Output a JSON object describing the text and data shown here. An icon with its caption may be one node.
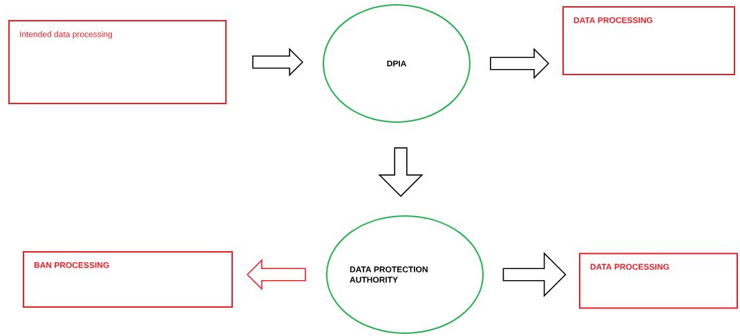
{
  "diagram": {
    "nodes": [
      {
        "text": [
          "Intended data processing"
        ]
      },
      {
        "text": [
          "DPIA"
        ]
      },
      {
        "text": [
          "DATA PROCESSING"
        ]
      },
      {
        "text": [
          "DATA PROTECTION AUTHORITY"
        ]
      },
      {
        "text": [
          "BAN PROCESSING"
        ]
      },
      {
        "text": [
          "DATA PROCESSING"
        ]
      }
    ],
    "edges": [
      {
        "from": 0,
        "to": 1,
        "arrow": "to"
      },
      {
        "from": 1,
        "to": 2,
        "arrow": "to"
      },
      {
        "from": 1,
        "to": 3,
        "arrow": "to"
      },
      {
        "from": 3,
        "to": 4,
        "arrow": "to",
        "color": "#ed1c24"
      },
      {
        "from": 3,
        "to": 5,
        "arrow": "to"
      }
    ]
  }
}
